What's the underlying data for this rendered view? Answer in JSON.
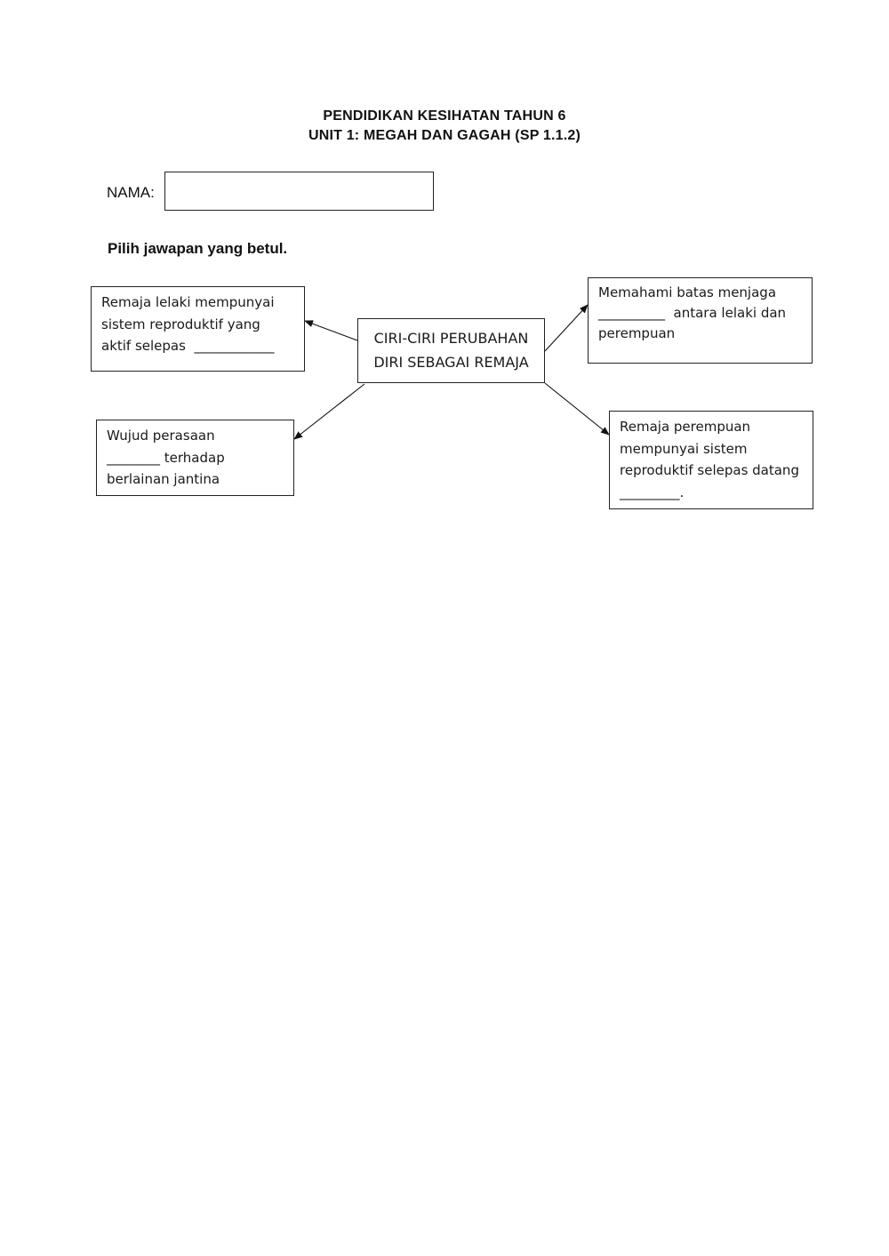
{
  "header": {
    "title_line1": "PENDIDIKAN KESIHATAN TAHUN 6",
    "title_line2": "UNIT 1: MEGAH DAN GAGAH (SP 1.1.2)"
  },
  "form": {
    "name_label": "NAMA:",
    "name_value": ""
  },
  "instruction": "Pilih jawapan yang betul.",
  "diagram": {
    "center": [
      "CIRI-CIRI PERUBAHAN",
      "DIRI SEBAGAI REMAJA"
    ],
    "top_left": [
      "Remaja lelaki mempunyai",
      "sistem reproduktif yang",
      "aktif selepas  ____________"
    ],
    "top_right": [
      "Memahami batas menjaga",
      "__________  antara lelaki dan",
      "perempuan"
    ],
    "bottom_left": [
      "Wujud perasaan",
      "________ terhadap",
      "berlainan jantina"
    ],
    "bottom_right": [
      "Remaja perempuan",
      "mempunyai sistem",
      "reproduktif selepas datang",
      "_________."
    ]
  }
}
